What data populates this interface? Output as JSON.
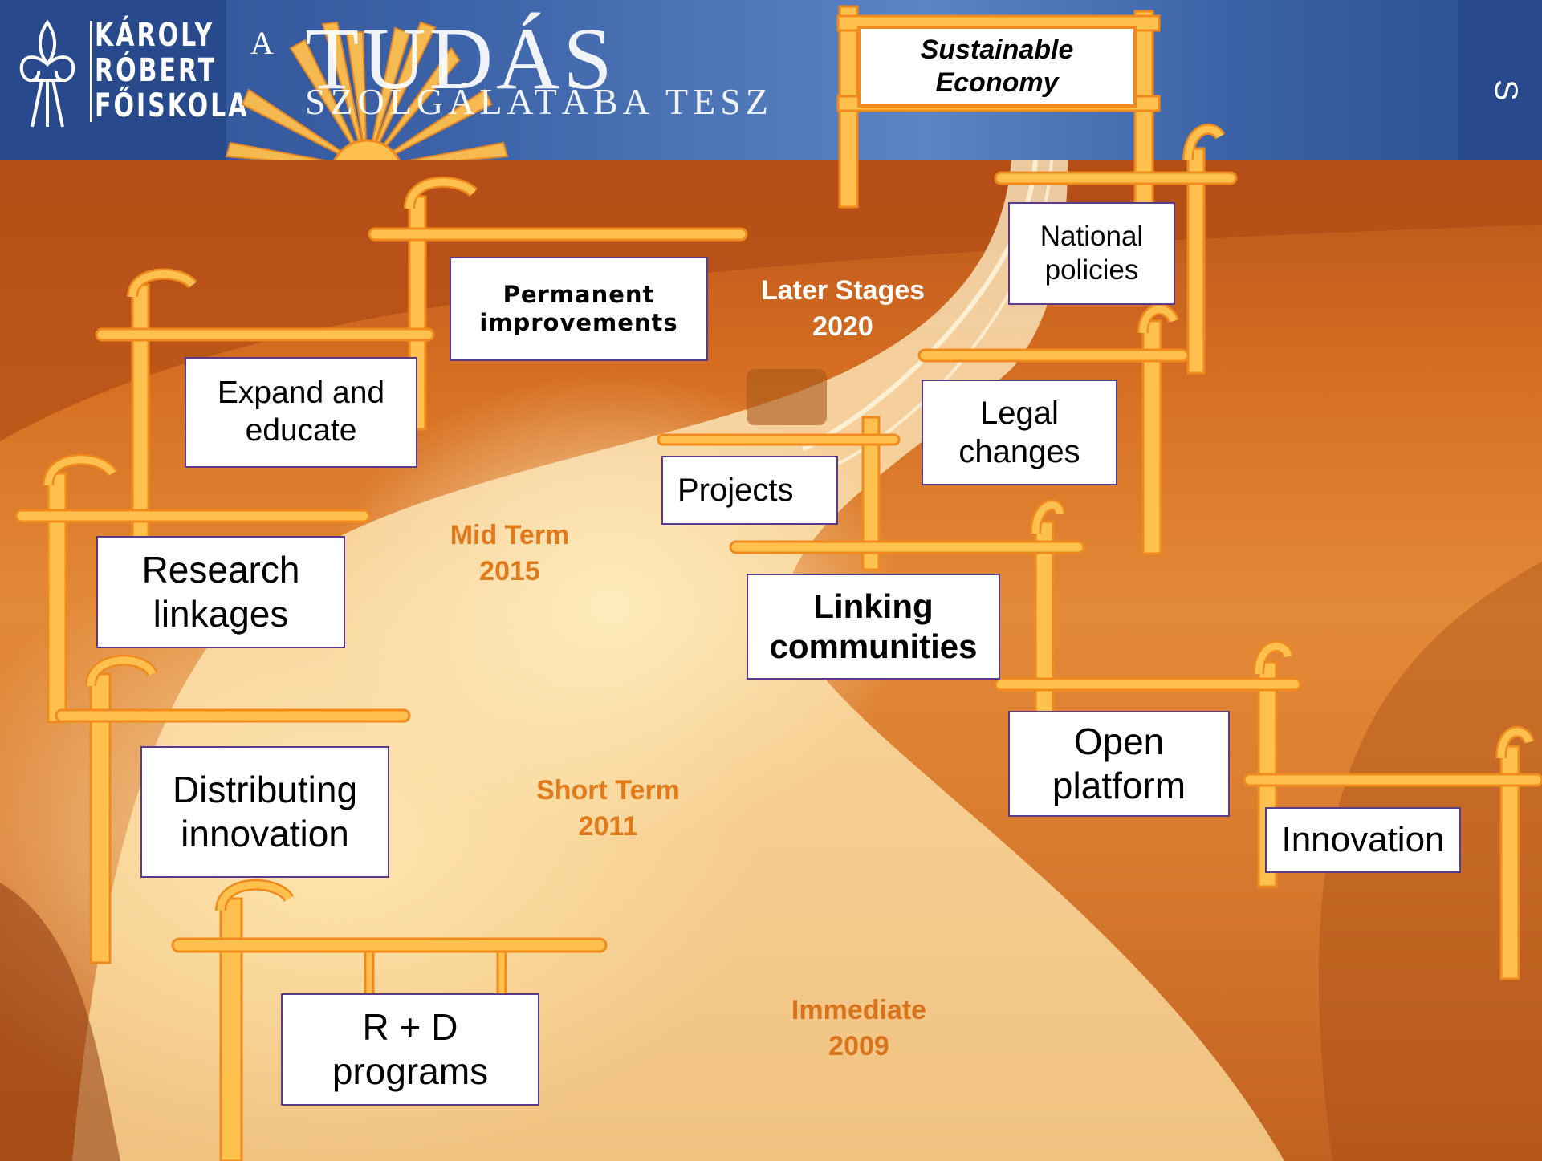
{
  "header": {
    "logo_lines": [
      "KÁROLY",
      "RÓBERT",
      "FŐISKOLA"
    ],
    "slogan_prefix": "A",
    "slogan_main": "TUDÁS",
    "slogan_sub": "SZOLGÁLATÁBA TESZ",
    "right_letter": "S"
  },
  "destination": {
    "line1": "Sustainable",
    "line2": "Economy"
  },
  "stages": [
    {
      "name": "Later Stages",
      "year": "2020",
      "color": "#ffffff"
    },
    {
      "name": "Mid Term",
      "year": "2015",
      "color": "#e07a1a"
    },
    {
      "name": "Short Term",
      "year": "2011",
      "color": "#e07a1a"
    },
    {
      "name": "Immediate",
      "year": "2009",
      "color": "#d9741c"
    }
  ],
  "signs": [
    {
      "line1": "Permanent",
      "line2": "improvements"
    },
    {
      "line1": "National",
      "line2": "policies"
    },
    {
      "line1": "Expand and",
      "line2": "educate"
    },
    {
      "line1": "Legal",
      "line2": "changes"
    },
    {
      "line1": "Projects",
      "line2": ""
    },
    {
      "line1": "Research",
      "line2": "linkages"
    },
    {
      "line1": "Linking",
      "line2": "communities"
    },
    {
      "line1": "Open",
      "line2": "platform"
    },
    {
      "line1": "Distributing",
      "line2": "innovation"
    },
    {
      "line1": "Innovation",
      "line2": ""
    },
    {
      "line1": "R + D",
      "line2": "programs"
    }
  ],
  "colors": {
    "post_fill": "#ffc04d",
    "post_stroke": "#f08a1c",
    "sign_border": "#5a3b8a",
    "banner_blue": "#2c4f93"
  }
}
